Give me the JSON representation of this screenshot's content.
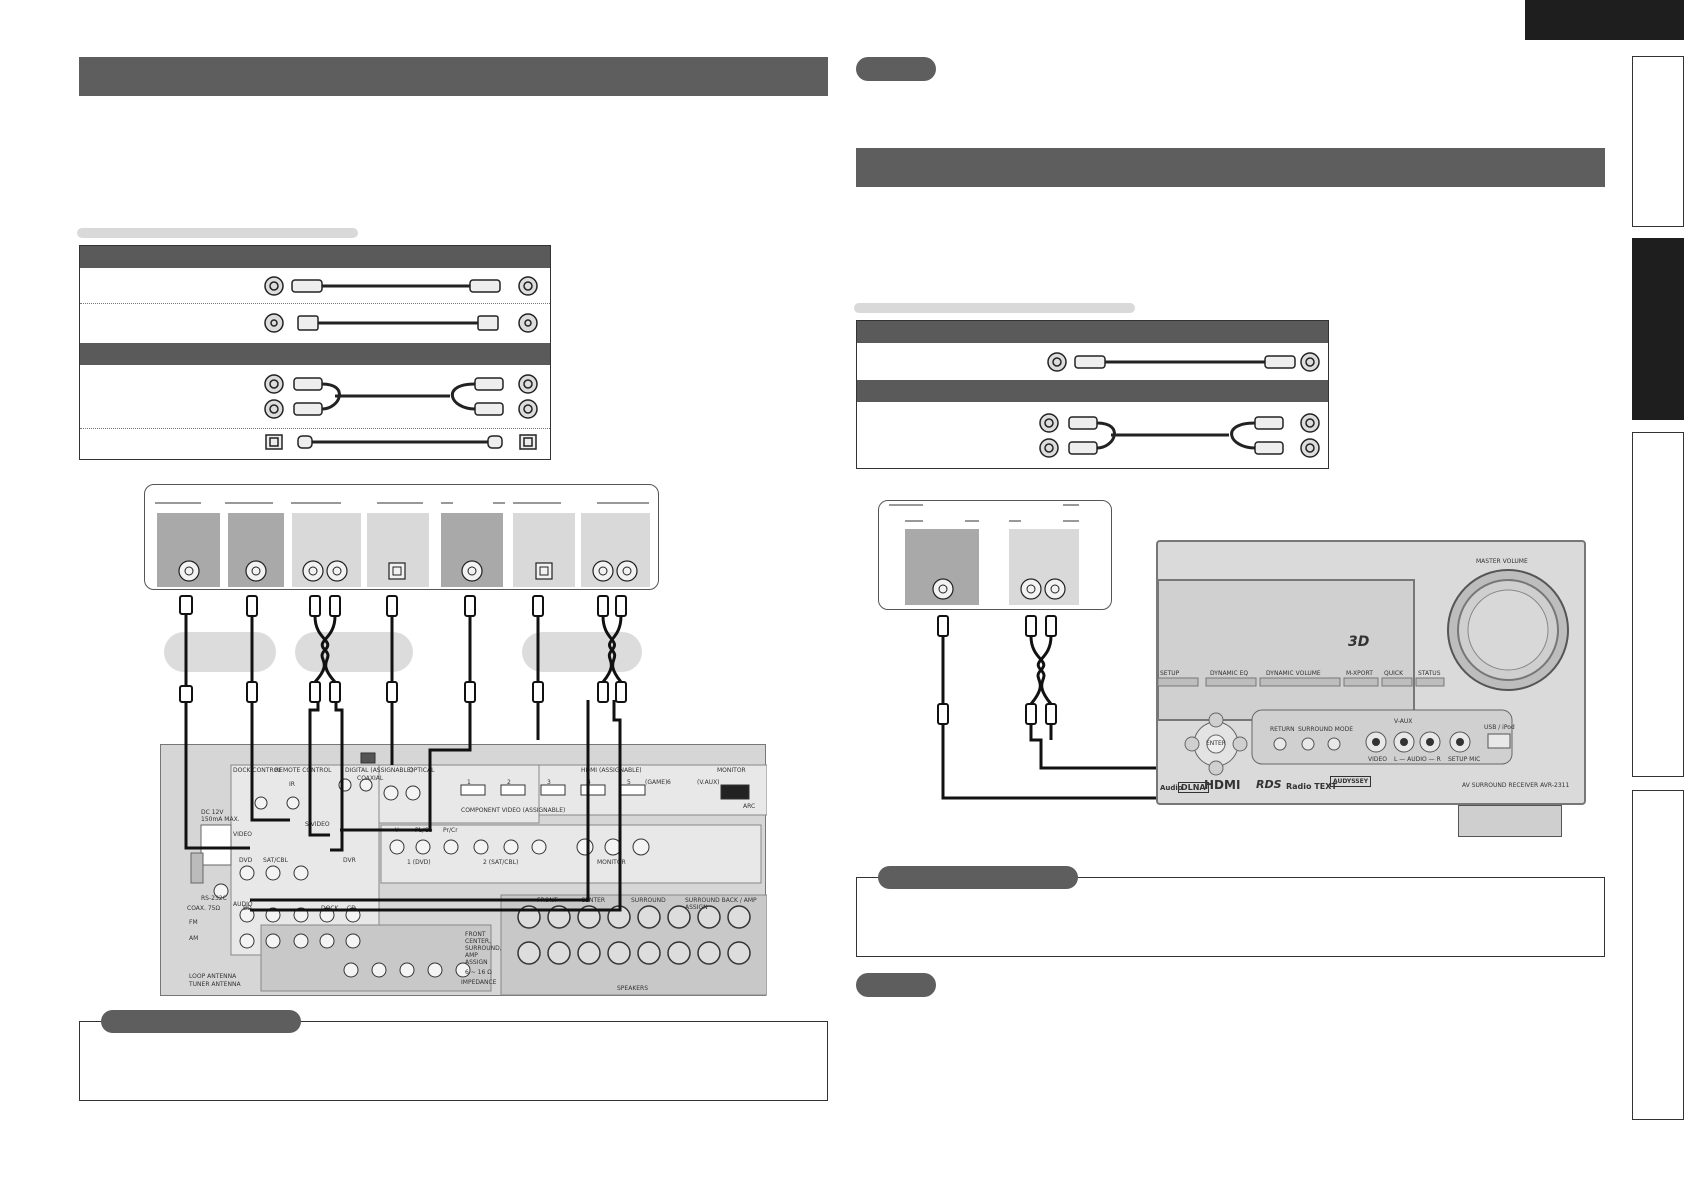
{
  "page": {
    "corner_tab_color": "#1e1e1e"
  },
  "left": {
    "connector_table": {
      "video_rows": 2,
      "audio_rows": 2
    },
    "device_card": {
      "boxes": 7
    },
    "receiver_labels": {
      "dc_control": "DOCK CONTROL",
      "remote_control": "REMOTE CONTROL",
      "ir": "IR",
      "digital_assignable": "DIGITAL (ASSIGNABLE)",
      "coaxial": "COAXIAL",
      "optical": "OPTICAL",
      "hdmi_assignable": "HDMI (ASSIGNABLE)",
      "monitor_out": "MONITOR",
      "arc": "ARC",
      "dc_out": "DC 12V 150mA MAX.",
      "video": "VIDEO",
      "s_video": "S-VIDEO",
      "dvd": "DVD",
      "sat_cbl": "SAT/CBL",
      "dvr": "DVR",
      "component_video": "COMPONENT VIDEO (ASSIGNABLE)",
      "y": "Y",
      "pb_cb": "Pb/Cb",
      "pr_cr": "Pr/Cr",
      "comp_in1": "1 (DVD)",
      "comp_in2": "2 (SAT/CBL)",
      "monitor": "MONITOR",
      "rs232c": "RS-232C",
      "audio": "AUDIO",
      "bd": "BD",
      "cd": "CD",
      "dock": "DOCK",
      "front": "FRONT",
      "center": "CENTER",
      "surround": "SURROUND",
      "surround_back_amp_assign": "SURROUND BACK / AMP ASSIGN",
      "speakers": "SPEAKERS",
      "amp_assign_note": "FRONT CENTER, SURROUND, AMP ASSIGN",
      "impedance": "IMPEDANCE",
      "ohms": "6 ~ 16 Ω",
      "fm": "FM",
      "am": "AM",
      "coax_75": "COAX. 75Ω",
      "loop_antenna": "LOOP ANTENNA",
      "tuner_antenna": "TUNER ANTENNA",
      "hdmi_ports": [
        "1",
        "2",
        "3",
        "4",
        "5",
        "6"
      ],
      "hdmi_game": "(GAME)",
      "hdmi_vaux": "(V.AUX)"
    }
  },
  "right": {
    "connector_table": {
      "video_rows": 1,
      "audio_rows": 1
    },
    "front_panel": {
      "master_volume": "MASTER VOLUME",
      "logo_3d": "3D",
      "btn_labels": [
        "SETUP",
        "DYNAMIC EQ",
        "DYNAMIC VOLUME",
        "M-XPORT",
        "QUICK",
        "STATUS"
      ],
      "return": "RETURN",
      "surround_mode": "SURROUND MODE",
      "v_aux": "V-AUX",
      "video": "VIDEO",
      "audio_lr": "L — AUDIO — R",
      "setup_mic": "SETUP MIC",
      "usb_ipod": "USB / iPod",
      "model": "AV SURROUND RECEIVER AVR-2311",
      "logos": [
        "Audio",
        "DLNA",
        "HDMI",
        "RDS",
        "Radio TEXT",
        "AUDYSSEY"
      ],
      "enter": "ENTER"
    }
  }
}
